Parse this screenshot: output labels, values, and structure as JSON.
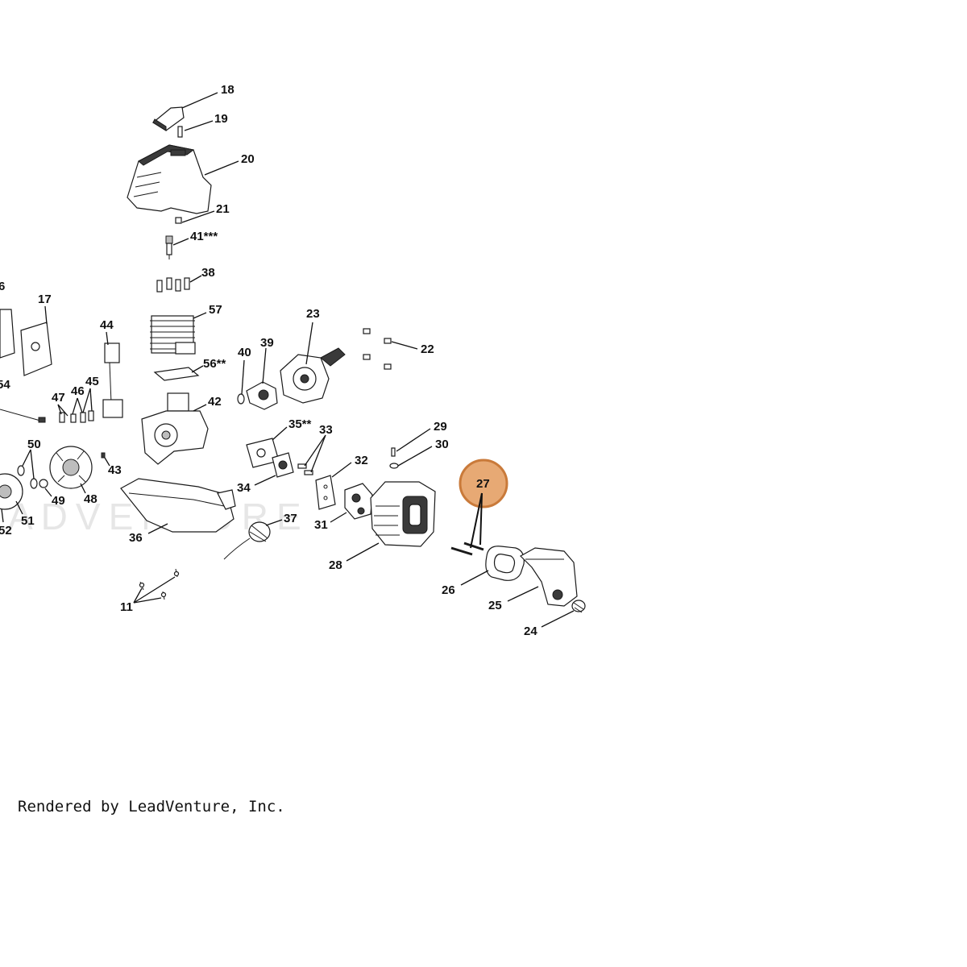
{
  "diagram": {
    "watermark_text": "ADVENTURE",
    "highlight_color": "#e39a5c",
    "highlight_border_color": "#c97a3a",
    "highlighted_part": "27",
    "labels": {
      "l16": "6",
      "l17": "17",
      "l18": "18",
      "l19": "19",
      "l20": "20",
      "l21": "21",
      "l22": "22",
      "l23": "23",
      "l24": "24",
      "l25": "25",
      "l26": "26",
      "l27": "27",
      "l28": "28",
      "l29": "29",
      "l30": "30",
      "l31": "31",
      "l32": "32",
      "l33": "33",
      "l34": "34",
      "l35": "35**",
      "l36": "36",
      "l37": "37",
      "l38": "38",
      "l39": "39",
      "l40": "40",
      "l41": "41***",
      "l42": "42",
      "l43": "43",
      "l44": "44",
      "l45": "45",
      "l46": "46",
      "l47": "47",
      "l48": "48",
      "l49": "49",
      "l50": "50",
      "l51": "51",
      "l52": "52",
      "l54": "54",
      "l56": "56**",
      "l57": "57",
      "l11": "11"
    }
  },
  "footer": {
    "credit": "Rendered by LeadVenture, Inc."
  }
}
